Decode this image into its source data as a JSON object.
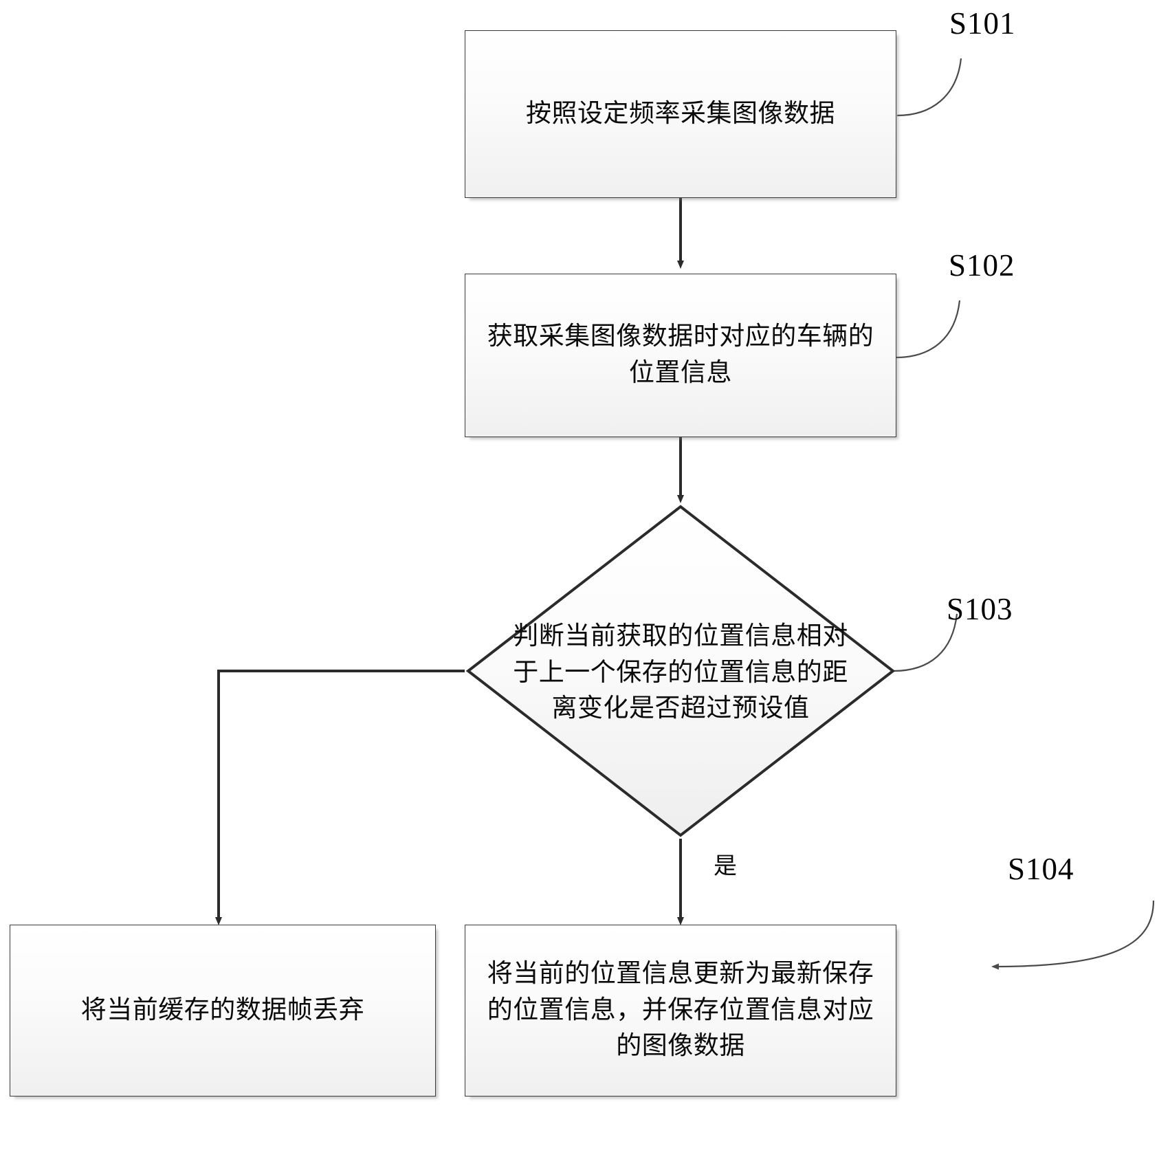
{
  "diagram": {
    "type": "flowchart",
    "title": "",
    "nodes": [
      {
        "id": "s101",
        "shape": "process",
        "text": "按照设定频率采集图像数据",
        "step_label": "S101"
      },
      {
        "id": "s102",
        "shape": "process",
        "text": "获取采集图像数据时对应的车辆的\n位置信息",
        "step_label": "S102"
      },
      {
        "id": "s103",
        "shape": "decision",
        "text": "判断当前获取的位置信息相对\n于上一个保存的位置信息的距\n离变化是否超过预设值",
        "step_label": "S103"
      },
      {
        "id": "discard",
        "shape": "process",
        "text": "将当前缓存的数据帧丢弃",
        "step_label": ""
      },
      {
        "id": "s104",
        "shape": "process",
        "text": "将当前的位置信息更新为最新保存\n的位置信息，并保存位置信息对应\n的图像数据",
        "step_label": "S104"
      }
    ],
    "edge_labels": {
      "yes": "是"
    },
    "colors": {
      "node_border": "#3a3a3a",
      "node_fill_top": "#ffffff",
      "node_fill_bottom": "#f0f0f0",
      "connector": "#2b2b2b",
      "text": "#0b0b0b",
      "background": "#ffffff"
    }
  }
}
